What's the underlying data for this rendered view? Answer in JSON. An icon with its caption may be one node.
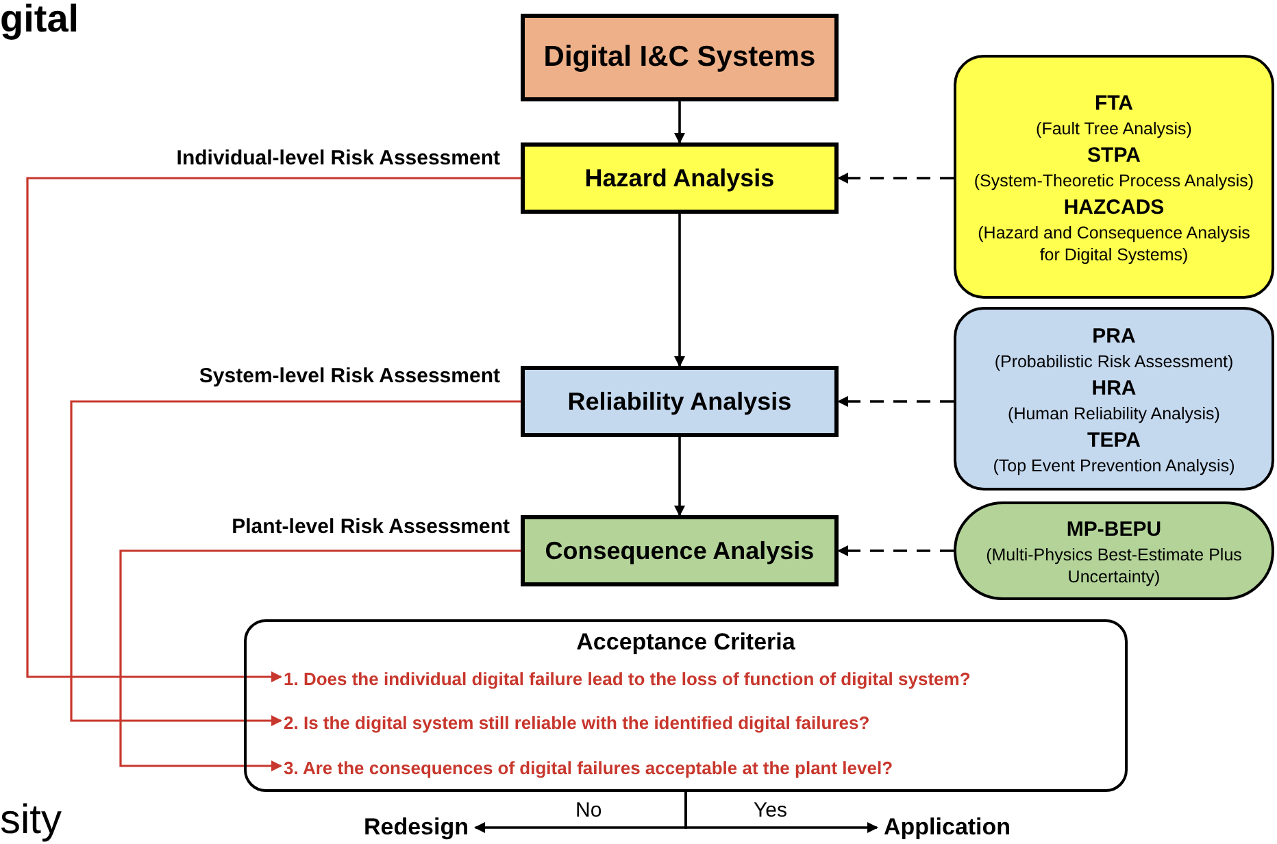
{
  "diagram": {
    "nodes": [
      {
        "text": [
          "Digital I&C Systems"
        ]
      },
      {
        "text": [
          "Hazard Analysis"
        ],
        "beside": [
          "Individual-level Risk Assessment"
        ]
      },
      {
        "text": [
          "Reliability Analysis"
        ],
        "beside": [
          "System-level Risk Assessment"
        ]
      },
      {
        "text": [
          "Consequence Analysis"
        ],
        "beside": [
          "Plant-level Risk Assessment"
        ]
      },
      {
        "text": [
          "FTA",
          "(Fault Tree Analysis)",
          "STPA",
          "(System-Theoretic Process Analysis)",
          "HAZCADS",
          "(Hazard and Consequence Analysis for Digital Systems)"
        ]
      },
      {
        "text": [
          "PRA",
          "(Probabilistic Risk Assessment)",
          "HRA",
          "(Human Reliability Analysis)",
          "TEPA",
          "(Top Event Prevention Analysis)"
        ]
      },
      {
        "text": [
          "MP-BEPU",
          "(Multi-Physics Best-Estimate Plus Uncertainty)"
        ]
      },
      {
        "text": [
          "Acceptance Criteria"
        ]
      },
      {
        "text": [
          "1. Does the individual digital failure lead to the loss of function of digital system?"
        ],
        "in": 7
      },
      {
        "text": [
          "2. Is the digital system still reliable with the identified digital failures?"
        ],
        "in": 7
      },
      {
        "text": [
          "3. Are the consequences of digital failures acceptable at the plant level?"
        ],
        "in": 7
      },
      {
        "text": [
          "Redesign"
        ]
      },
      {
        "text": [
          "Application"
        ]
      }
    ],
    "edges": [
      {
        "from": 0,
        "to": 1,
        "arrow": "to"
      },
      {
        "from": 1,
        "to": 2,
        "arrow": "to"
      },
      {
        "from": 2,
        "to": 3,
        "arrow": "to"
      },
      {
        "from": 4,
        "to": 1,
        "arrow": "to",
        "style": "dashed"
      },
      {
        "from": 5,
        "to": 2,
        "arrow": "to",
        "style": "dashed"
      },
      {
        "from": 6,
        "to": 3,
        "arrow": "to",
        "style": "dashed"
      },
      {
        "from": 1,
        "to": 8,
        "arrow": "to",
        "color": "#c8372d"
      },
      {
        "from": 2,
        "to": 9,
        "arrow": "to",
        "color": "#c8372d"
      },
      {
        "from": 3,
        "to": 10,
        "arrow": "to",
        "color": "#c8372d"
      },
      {
        "from": 7,
        "to": 11,
        "arrow": "to",
        "label": "No"
      },
      {
        "from": 7,
        "to": 12,
        "arrow": "to",
        "label": "Yes"
      }
    ],
    "labels": [
      "gital",
      "sity"
    ]
  }
}
